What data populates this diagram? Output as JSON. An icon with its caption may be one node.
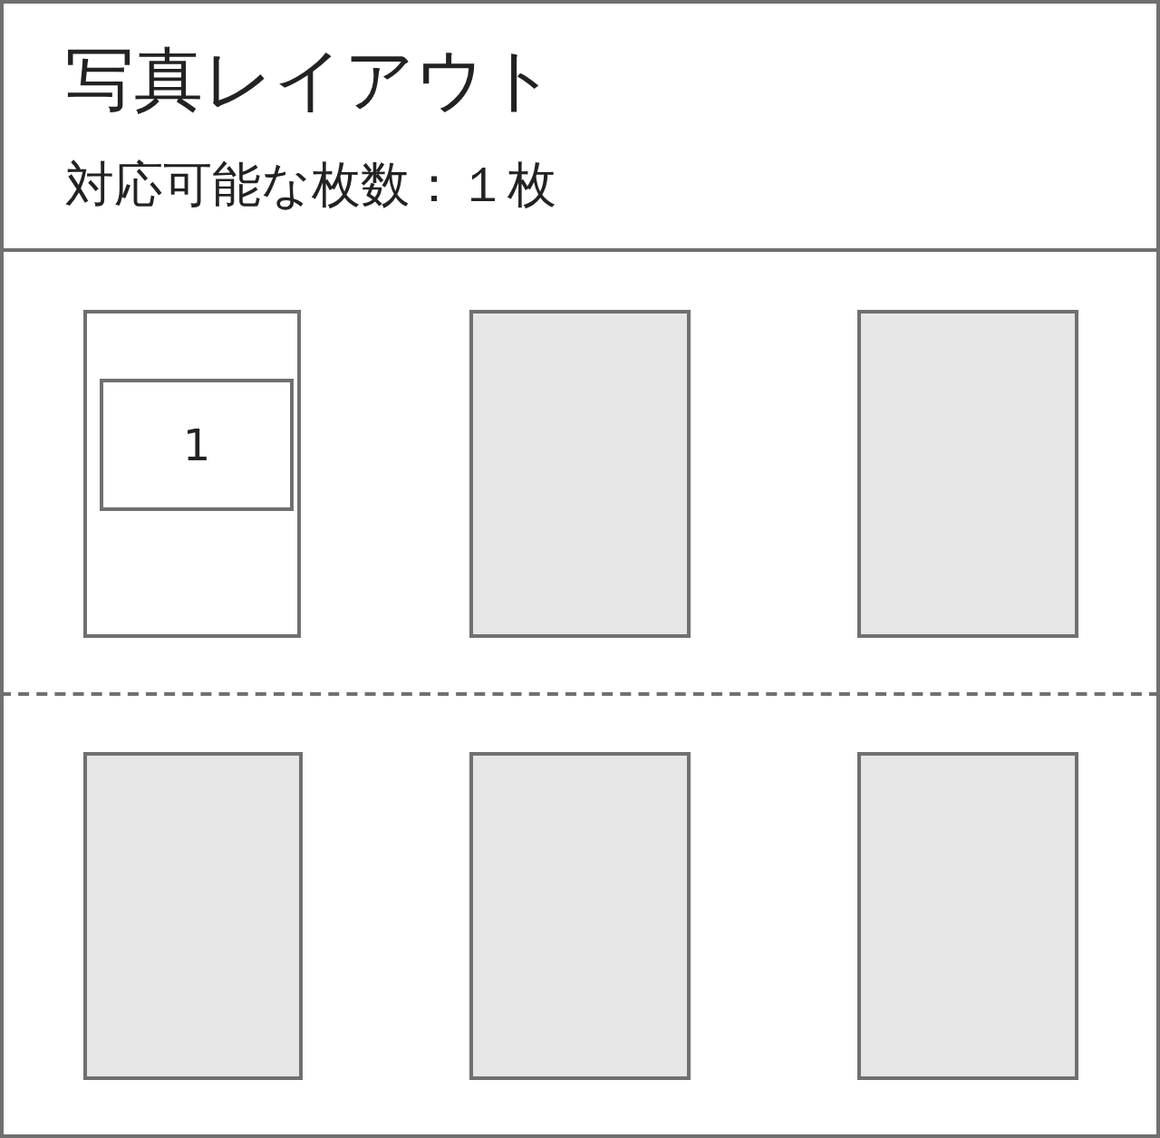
{
  "diagram": {
    "title": "写真レイアウト",
    "nodes": [
      {
        "text": [],
        "shape": "box"
      },
      {
        "text": [
          "1"
        ],
        "in": 0
      },
      {
        "text": [],
        "shape": "box"
      },
      {
        "text": [],
        "shape": "box"
      },
      {
        "text": [],
        "shape": "box"
      },
      {
        "text": [],
        "shape": "box"
      },
      {
        "text": [],
        "shape": "box"
      }
    ],
    "labels": [
      "対応可能な枚数：１枚"
    ]
  }
}
